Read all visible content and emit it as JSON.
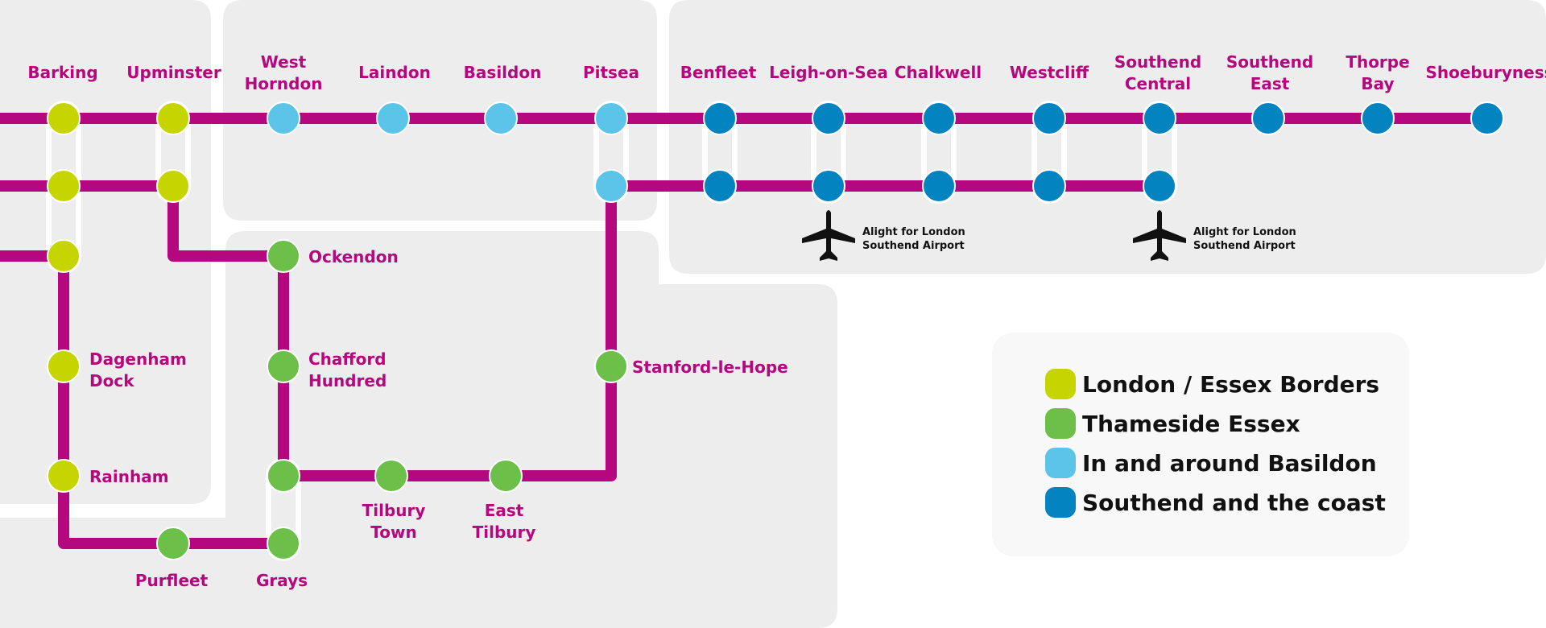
{
  "colors": {
    "line": "#B5077E",
    "label": "#B5077E",
    "zone_bg": "#EEEDEE",
    "connector": "#ffffff",
    "london_essex_borders": "#C6D500",
    "thameside_essex": "#6CC04A",
    "around_basildon": "#5BC4E8",
    "southend_coast": "#0483C1"
  },
  "stations": {
    "barking": {
      "name": [
        "Barking"
      ],
      "zone": "london_essex_borders"
    },
    "upminster": {
      "name": [
        "Upminster"
      ],
      "zone": "london_essex_borders"
    },
    "west_horndon": {
      "name": [
        "West",
        "Horndon"
      ],
      "zone": "around_basildon"
    },
    "laindon": {
      "name": [
        "Laindon"
      ],
      "zone": "around_basildon"
    },
    "basildon": {
      "name": [
        "Basildon"
      ],
      "zone": "around_basildon"
    },
    "pitsea": {
      "name": [
        "Pitsea"
      ],
      "zone": "around_basildon"
    },
    "benfleet": {
      "name": [
        "Benfleet"
      ],
      "zone": "southend_coast"
    },
    "leigh": {
      "name": [
        "Leigh-on-Sea"
      ],
      "zone": "southend_coast"
    },
    "chalkwell": {
      "name": [
        "Chalkwell"
      ],
      "zone": "southend_coast"
    },
    "westcliff": {
      "name": [
        "Westcliff"
      ],
      "zone": "southend_coast"
    },
    "southend_central": {
      "name": [
        "Southend",
        "Central"
      ],
      "zone": "southend_coast"
    },
    "southend_east": {
      "name": [
        "Southend",
        "East"
      ],
      "zone": "southend_coast"
    },
    "thorpe_bay": {
      "name": [
        "Thorpe",
        "Bay"
      ],
      "zone": "southend_coast"
    },
    "shoeburyness": {
      "name": [
        "Shoeburyness"
      ],
      "zone": "southend_coast"
    },
    "ockendon": {
      "name": [
        "Ockendon"
      ],
      "zone": "thameside_essex"
    },
    "chafford_hundred": {
      "name": [
        "Chafford",
        "Hundred"
      ],
      "zone": "thameside_essex"
    },
    "dagenham_dock": {
      "name": [
        "Dagenham",
        "Dock"
      ],
      "zone": "london_essex_borders"
    },
    "rainham": {
      "name": [
        "Rainham"
      ],
      "zone": "london_essex_borders"
    },
    "purfleet": {
      "name": [
        "Purfleet"
      ],
      "zone": "thameside_essex"
    },
    "grays": {
      "name": [
        "Grays"
      ],
      "zone": "thameside_essex"
    },
    "tilbury_town": {
      "name": [
        "Tilbury",
        "Town"
      ],
      "zone": "thameside_essex"
    },
    "east_tilbury": {
      "name": [
        "East",
        "Tilbury"
      ],
      "zone": "thameside_essex"
    },
    "stanford": {
      "name": [
        "Stanford-le-Hope"
      ],
      "zone": "thameside_essex"
    }
  },
  "airport_notes": [
    {
      "lines": [
        "Alight for London",
        "Southend Airport"
      ],
      "icon": "airplane-icon"
    },
    {
      "lines": [
        "Alight for London",
        "Southend Airport"
      ],
      "icon": "airplane-icon"
    }
  ],
  "legend": [
    {
      "label": "London / Essex Borders",
      "color_key": "london_essex_borders"
    },
    {
      "label": "Thameside Essex",
      "color_key": "thameside_essex"
    },
    {
      "label": "In and around Basildon",
      "color_key": "around_basildon"
    },
    {
      "label": "Southend and the coast",
      "color_key": "southend_coast"
    }
  ]
}
